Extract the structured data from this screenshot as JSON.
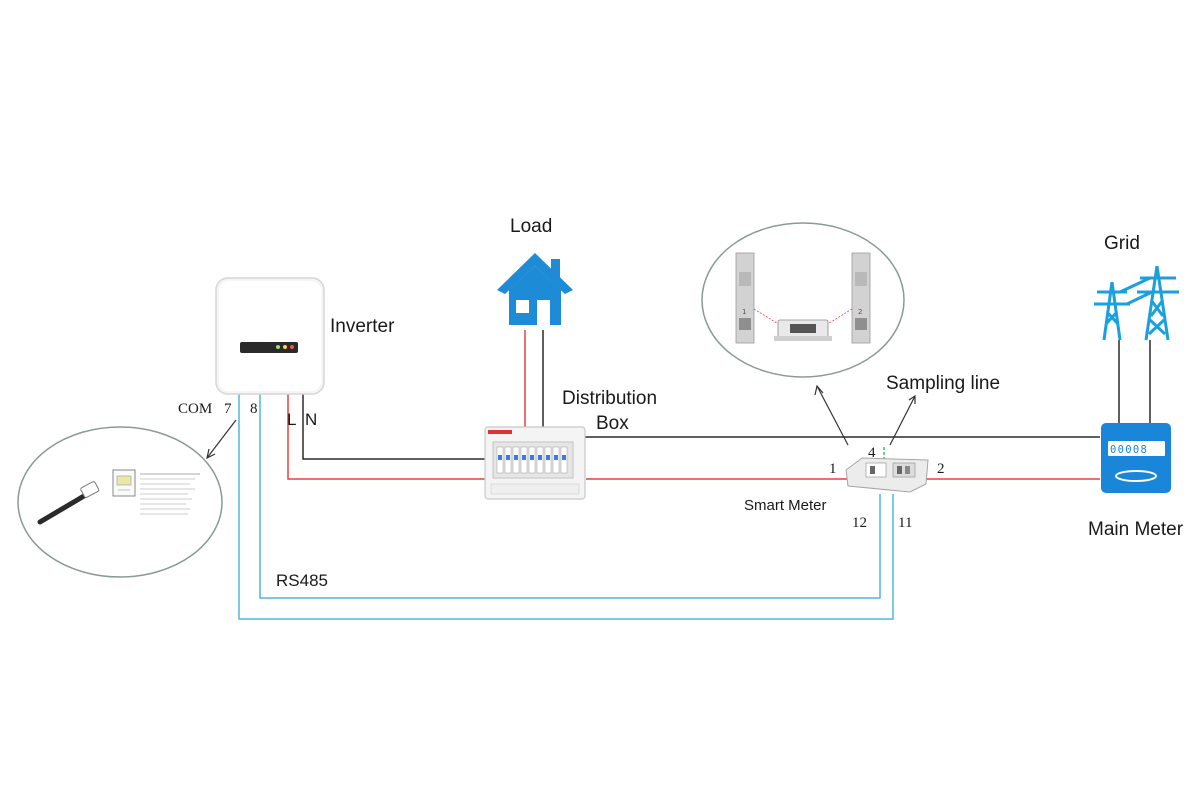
{
  "labels": {
    "load": "Load",
    "inverter": "Inverter",
    "distribution_box_line1": "Distribution",
    "distribution_box_line2": "Box",
    "sampling_line": "Sampling line",
    "grid": "Grid",
    "smart_meter": "Smart Meter",
    "main_meter": "Main Meter",
    "rs485": "RS485",
    "com": "COM",
    "terminal_7": "7",
    "terminal_8": "8",
    "terminal_L": "L",
    "terminal_N": "N",
    "terminal_1": "1",
    "terminal_2": "2",
    "terminal_4": "4",
    "terminal_12": "12",
    "terminal_11": "11"
  },
  "main_meter_display": "00008",
  "colors": {
    "live_wire": "#e8413f",
    "neutral_wire": "#2b2b2b",
    "rs485_wire": "#4fb8dd",
    "house_icon": "#1e8bd6",
    "pylon_icon": "#1ba0de",
    "main_meter": "#1a86d9",
    "sampling_dashed": "#2fbf7a"
  },
  "icons": [
    "house-icon",
    "inverter-icon",
    "distribution-box-icon",
    "smart-meter-icon",
    "main-meter-icon",
    "power-pylon-icon",
    "rj45-connector-icon"
  ]
}
